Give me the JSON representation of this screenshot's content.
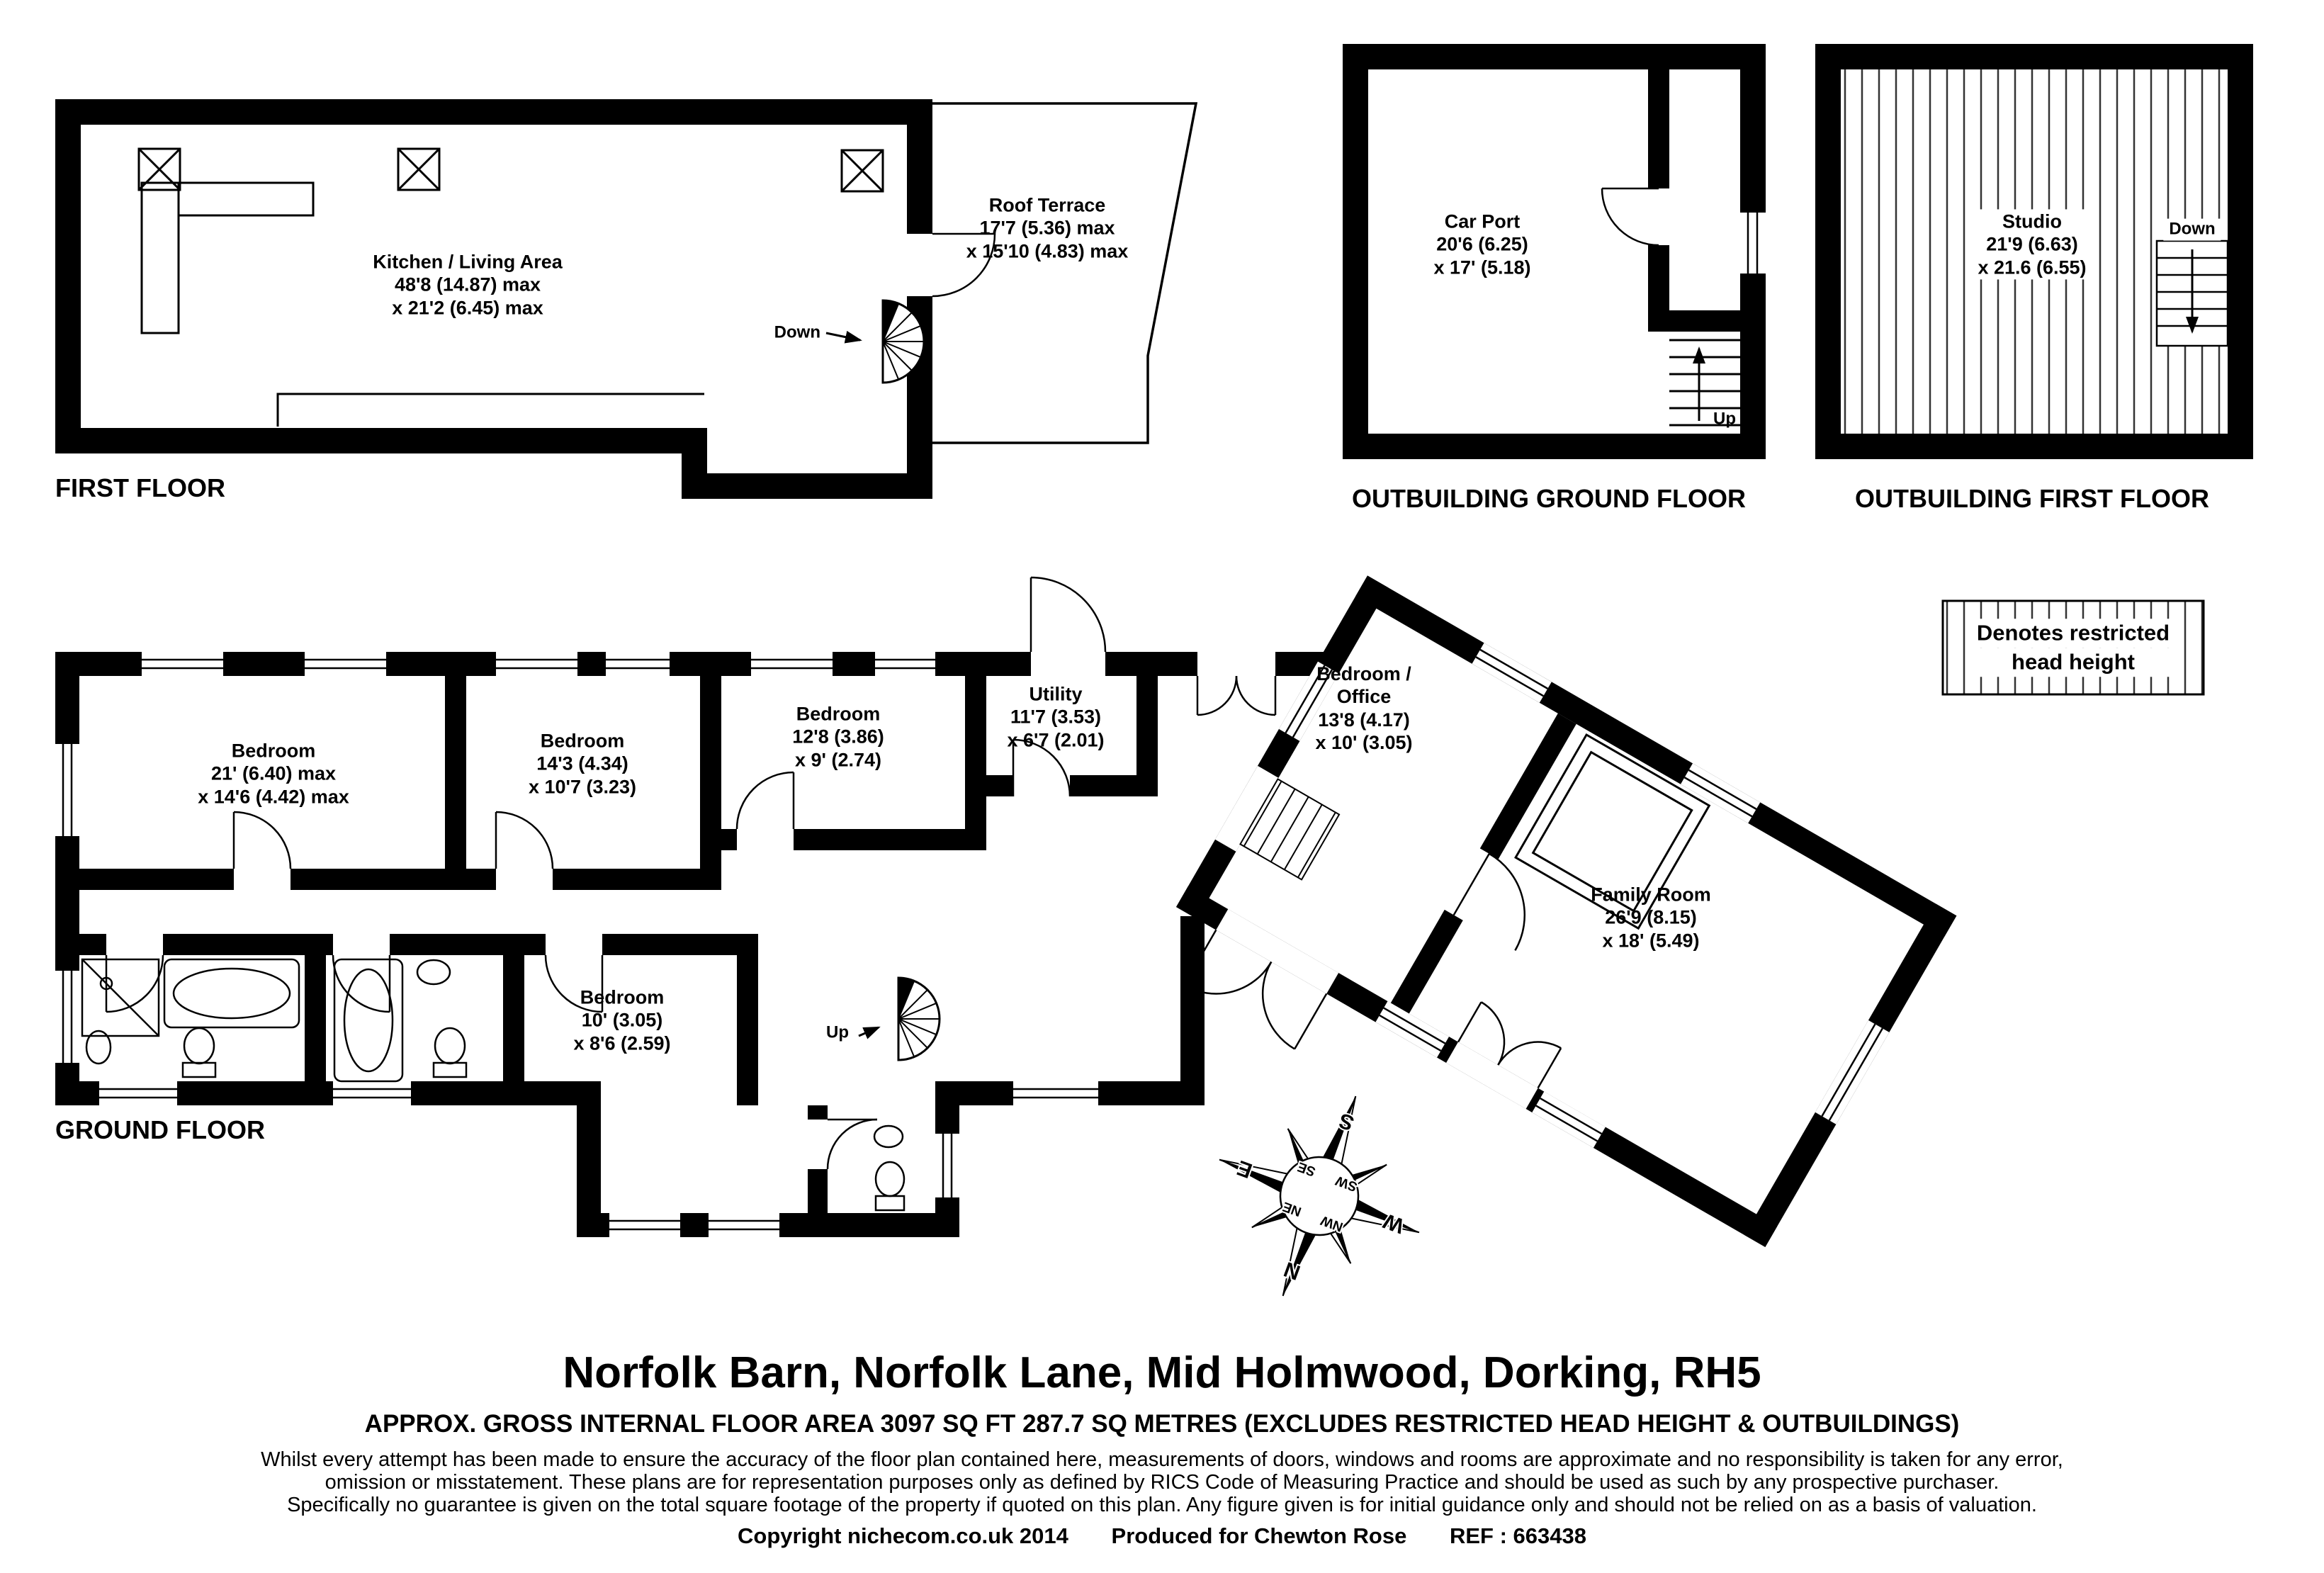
{
  "meta": {
    "address_title": "Norfolk Barn, Norfolk Lane, Mid Holmwood, Dorking, RH5",
    "area_summary": "APPROX. GROSS INTERNAL FLOOR AREA 3097 SQ FT 287.7 SQ METRES (EXCLUDES RESTRICTED HEAD HEIGHT & OUTBUILDINGS)",
    "disclaimer_line1": "Whilst every attempt has been made to ensure the accuracy of the floor plan contained here, measurements of doors, windows and rooms are approximate and no responsibility is taken for any error,",
    "disclaimer_line2": "omission or misstatement. These plans are for representation purposes only as defined by RICS Code of Measuring Practice and should be used as such by any prospective purchaser.",
    "disclaimer_line3": "Specifically no guarantee is given on the total square footage of the property if quoted on this plan. Any figure given is for initial guidance only and should not be relied on as a basis of valuation.",
    "credit_copyright": "Copyright nichecom.co.uk 2014",
    "credit_produced": "Produced for Chewton Rose",
    "credit_ref": "REF : 663438"
  },
  "floors": {
    "first": {
      "title": "FIRST FLOOR"
    },
    "ground": {
      "title": "GROUND FLOOR"
    },
    "outbuilding_ground": {
      "title": "OUTBUILDING GROUND FLOOR"
    },
    "outbuilding_first": {
      "title": "OUTBUILDING FIRST FLOOR"
    }
  },
  "rooms": {
    "kitchen_living": {
      "lines": [
        "Kitchen / Living Area",
        "48'8 (14.87) max",
        "x 21'2 (6.45) max"
      ]
    },
    "roof_terrace": {
      "lines": [
        "Roof Terrace",
        "17'7 (5.36) max",
        "x 15'10 (4.83) max"
      ]
    },
    "car_port": {
      "lines": [
        "Car Port",
        "20'6 (6.25)",
        "x 17' (5.18)"
      ]
    },
    "studio": {
      "lines": [
        "Studio",
        "21'9 (6.63)",
        "x 21.6 (6.55)"
      ]
    },
    "bedroom_1": {
      "lines": [
        "Bedroom",
        "21' (6.40) max",
        "x 14'6 (4.42) max"
      ]
    },
    "bedroom_2": {
      "lines": [
        "Bedroom",
        "14'3 (4.34)",
        "x 10'7 (3.23)"
      ]
    },
    "bedroom_3": {
      "lines": [
        "Bedroom",
        "12'8 (3.86)",
        "x 9' (2.74)"
      ]
    },
    "utility": {
      "lines": [
        "Utility",
        "11'7 (3.53)",
        "x 6'7 (2.01)"
      ]
    },
    "bedroom_office": {
      "lines": [
        "Bedroom /",
        "Office",
        "13'8 (4.17)",
        "x 10' (3.05)"
      ]
    },
    "bedroom_4": {
      "lines": [
        "Bedroom",
        "10' (3.05)",
        "x 8'6 (2.59)"
      ]
    },
    "family_room": {
      "lines": [
        "Family Room",
        "26'9 (8.15)",
        "x 18' (5.49)"
      ]
    }
  },
  "stairs": {
    "first_down": "Down",
    "ground_up": "Up",
    "outbuilding_up": "Up",
    "outbuilding_down": "Down"
  },
  "legend": {
    "line1": "Denotes restricted",
    "line2": "head height"
  },
  "compass": {
    "outer": {
      "n": "N",
      "e": "E",
      "s": "S",
      "w": "W"
    },
    "inner": {
      "ne": "NE",
      "se": "SE",
      "sw": "SW",
      "nw": "NW"
    }
  },
  "colors": {
    "ink": "#000000",
    "paper": "#ffffff"
  }
}
